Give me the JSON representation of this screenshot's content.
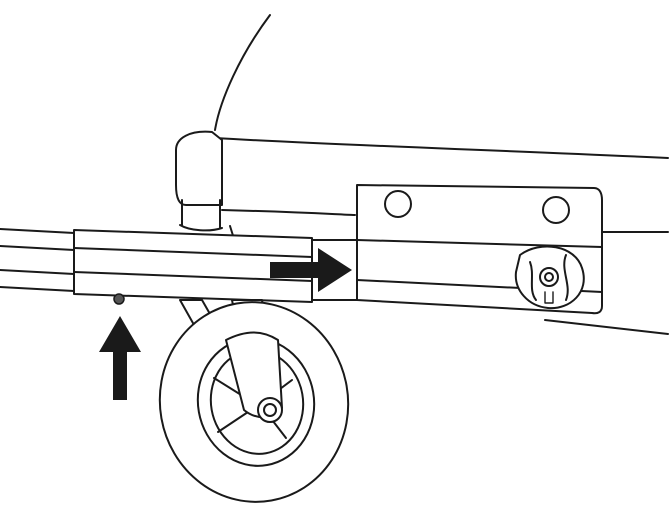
{
  "figure": {
    "parts": [
      "seat-shell",
      "armrest-cap",
      "side-frame-bracket",
      "release-knob",
      "extension-tube",
      "push-button",
      "swivel-fork",
      "caster-wheel"
    ],
    "arrows": [
      {
        "name": "insert-direction-arrow",
        "direction": "right"
      },
      {
        "name": "press-button-arrow",
        "direction": "up"
      }
    ],
    "colors": {
      "line": "#1a1a1a",
      "arrow": "#1a1a1a",
      "background": "#ffffff"
    }
  }
}
